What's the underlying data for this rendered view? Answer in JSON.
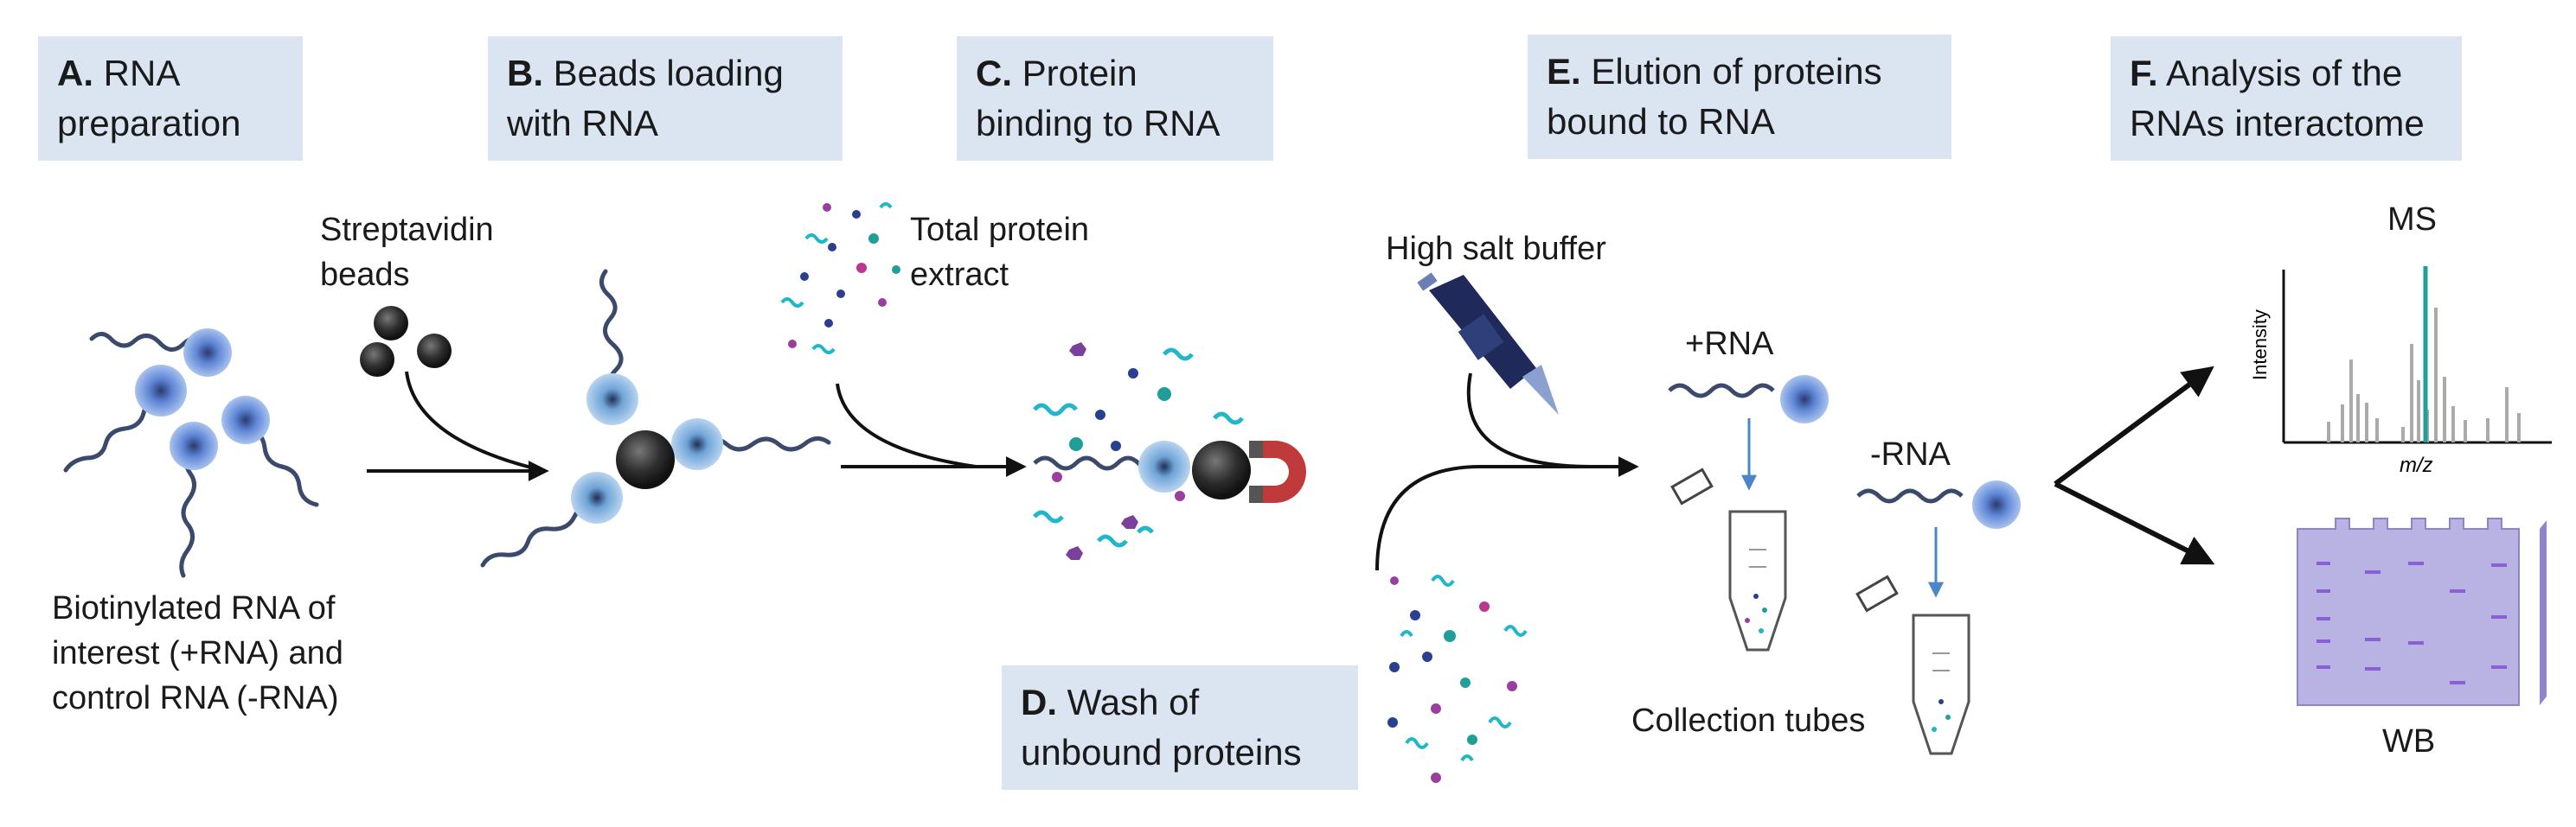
{
  "steps": [
    {
      "letter": "A.",
      "line1": "RNA",
      "line2": "preparation"
    },
    {
      "letter": "B.",
      "line1": "Beads loading",
      "line2": "with RNA"
    },
    {
      "letter": "C.",
      "line1": "Protein",
      "line2": "binding to RNA"
    },
    {
      "letter": "D.",
      "line1": "Wash of",
      "line2": "unbound proteins"
    },
    {
      "letter": "E.",
      "line1": "Elution of proteins",
      "line2": "bound to RNA"
    },
    {
      "letter": "F.",
      "line1": "Analysis of the",
      "line2": "RNAs interactome"
    }
  ],
  "labels": {
    "streptavidin1": "Streptavidin",
    "streptavidin2": "beads",
    "total_protein1": "Total protein",
    "total_protein2": "extract",
    "high_salt": "High salt buffer",
    "plus_rna": "+RNA",
    "minus_rna": "-RNA",
    "collection_tubes": "Collection tubes",
    "ms": "MS",
    "wb": "WB",
    "intensity": "Intensity",
    "mz": "m/z",
    "biotin1": "Biotinylated RNA of",
    "biotin2": "interest (+RNA) and",
    "biotin3": "control RNA (-RNA)"
  },
  "colors": {
    "box_bg": "#dbe5f2",
    "rna_line": "#3b4a6b",
    "bead_blue": "#6f9fd8",
    "teal": "#1f9e9a",
    "magnet_red": "#c0393b",
    "arrow_blue": "#4a86c8",
    "gel_purple": "#b9b3e3",
    "band_purple": "#8a5fd3"
  }
}
